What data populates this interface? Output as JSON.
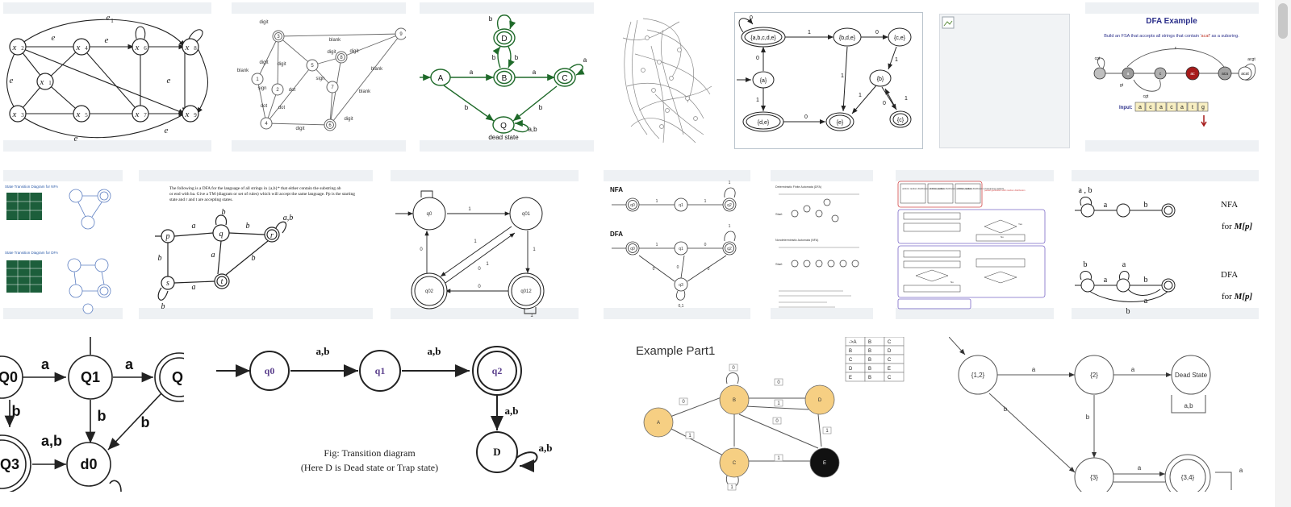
{
  "results": [
    {
      "id": "t1",
      "labels": {
        "e1": "e",
        "e1s": "1",
        "x": "x",
        "x1s": "1",
        "x2s": "2",
        "x3s": "3",
        "x4s": "4",
        "x5s": "5",
        "x6s": "6",
        "x7s": "7",
        "x8s": "8",
        "x9s": "9"
      }
    },
    {
      "id": "t2",
      "labels": {
        "digit": "digit",
        "blank": "blank",
        "sign": "sign",
        "dot": "dot",
        "n1": "1",
        "n2": "2",
        "n3": "3",
        "n4": "4",
        "n5": "5",
        "n6": "6",
        "n7": "7",
        "n8": "8",
        "n9": "9"
      }
    },
    {
      "id": "t3",
      "labels": {
        "A": "A",
        "B": "B",
        "C": "C",
        "D": "D",
        "Q": "Q",
        "a": "a",
        "b": "b",
        "ab": "a,b",
        "dead": "dead state"
      }
    },
    {
      "id": "t5",
      "labels": {
        "s_abcde": "{a,b,c,d,e}",
        "s_bde": "{b,d,e}",
        "s_ce": "{c,e}",
        "s_a": "{a}",
        "s_b": "{b}",
        "s_de": "{d,e}",
        "s_e": "{e}",
        "s_c": "{c}",
        "zero": "0",
        "one": "1"
      }
    },
    {
      "id": "t7",
      "labels": {
        "title": "DFA Example",
        "subtitle_pre": "Build an FSA that accepts all strings that contain '",
        "subtitle_word": "acaf",
        "subtitle_post": "' as a subsring.",
        "input": "Input:",
        "tape": [
          "a",
          "c",
          "a",
          "c",
          "a",
          "t",
          "g"
        ],
        "cgt": "cgt",
        "gt": "gt",
        "acgt": "acgt",
        "a": "a",
        "c": "c",
        "ac": "ac",
        "aca": "aca",
        "acat": "acat"
      }
    },
    {
      "id": "t8",
      "labels": {
        "nfa": "State Transition Diagram for NFA",
        "dfa": "State Transition Diagram for DFA"
      }
    },
    {
      "id": "t9",
      "labels": {
        "line1": "The following is a DFA for the language of all strings in {a,b}* that either contain the substring ab",
        "line2": "or end with ba.  Give a TM (diagram or set of rules) which will accept the same language. Pp is the starting",
        "line3": "state and r and t are accepting states."
      }
    },
    {
      "id": "t10",
      "labels": {
        "q0": "q0",
        "q01": "q01",
        "q02": "q02",
        "q012": "q012",
        "one": "1",
        "zero": "0"
      }
    },
    {
      "id": "t11",
      "labels": {
        "nfa": "NFA",
        "dfa": "DFA",
        "q0": "q0",
        "q1": "q1",
        "q2": "q2",
        "q3": "q3",
        "one": "1",
        "zero": "0",
        "zo": "0,1"
      }
    },
    {
      "id": "t12",
      "labels": {
        "h1": "Deterministic Finite Automata (DFA)",
        "start": "Start",
        "h2": "Nondeterministic Automata (NFA)"
      }
    },
    {
      "id": "t13",
      "labels": {
        "b1": "uniform random distribution of cross packets",
        "b2": "uniform random distribution of video packets",
        "b3": "uniform random distribution of streaming packets",
        "r1": "packet generation with random distribution",
        "yes": "Yes",
        "no": "No"
      }
    },
    {
      "id": "t14",
      "labels": {
        "ab": "a , b",
        "a": "a",
        "b": "b",
        "nfa": "NFA",
        "dfa": "DFA",
        "for": "for ",
        "mp": "M[p]"
      }
    },
    {
      "id": "t15",
      "labels": {
        "q0": "Q0",
        "q1": "Q1",
        "q": "Q",
        "q3": "Q3",
        "d0": "d0",
        "a": "a",
        "b": "b",
        "ab": "a,b"
      }
    },
    {
      "id": "t16",
      "labels": {
        "q0": "q0",
        "q1": "q1",
        "q2": "q2",
        "d": "D",
        "ab": "a,b",
        "cap1": "Fig: Transition diagram",
        "cap2": "(Here D is Dead state or Trap state)"
      }
    },
    {
      "id": "t17",
      "labels": {
        "title": "Example Part1",
        "A": "A",
        "B": "B",
        "C": "C",
        "D": "D",
        "E": "E",
        "zero": "0",
        "one": "1",
        "table": [
          [
            "->A",
            "B",
            "C"
          ],
          [
            "B",
            "B",
            "D"
          ],
          [
            "C",
            "B",
            "C"
          ],
          [
            "D",
            "B",
            "E"
          ],
          [
            "E",
            "B",
            "C"
          ]
        ]
      }
    },
    {
      "id": "t18",
      "labels": {
        "s12": "{1,2}",
        "s2": "{2}",
        "dead": "Dead State",
        "s3": "{3}",
        "s34": "{3,4}",
        "a": "a",
        "b": "b",
        "ab": "a,b"
      }
    }
  ]
}
